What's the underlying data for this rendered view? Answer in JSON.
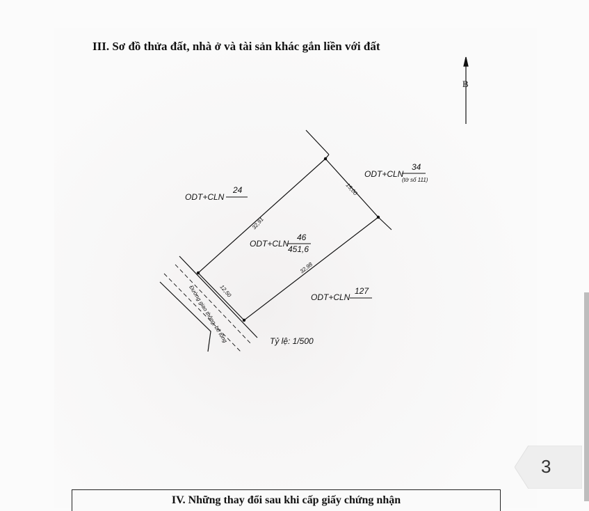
{
  "section_title": "III. Sơ đồ thửa đất, nhà ở và tài sản khác gắn liền với đất",
  "north_label": "B",
  "parcels": {
    "main": {
      "code": "ODT+CLN",
      "number": "46",
      "area": "451,6"
    },
    "north_east": {
      "code": "ODT+CLN",
      "number": "34",
      "note": "(tờ số 111)"
    },
    "north_west": {
      "code": "ODT+CLN",
      "number": "24"
    },
    "south": {
      "code": "ODT+CLN",
      "number": "127"
    }
  },
  "edges": {
    "north_west": "32,91",
    "north_east": "15,00",
    "south_east": "32,98",
    "south_west": "12,50"
  },
  "road_label": "Đường giao thông, bê tông",
  "scale": "Tỷ lệ: 1/500",
  "page_number": "3",
  "next_section_title": "IV. Những thay đổi sau khi cấp giấy chứng nhận"
}
